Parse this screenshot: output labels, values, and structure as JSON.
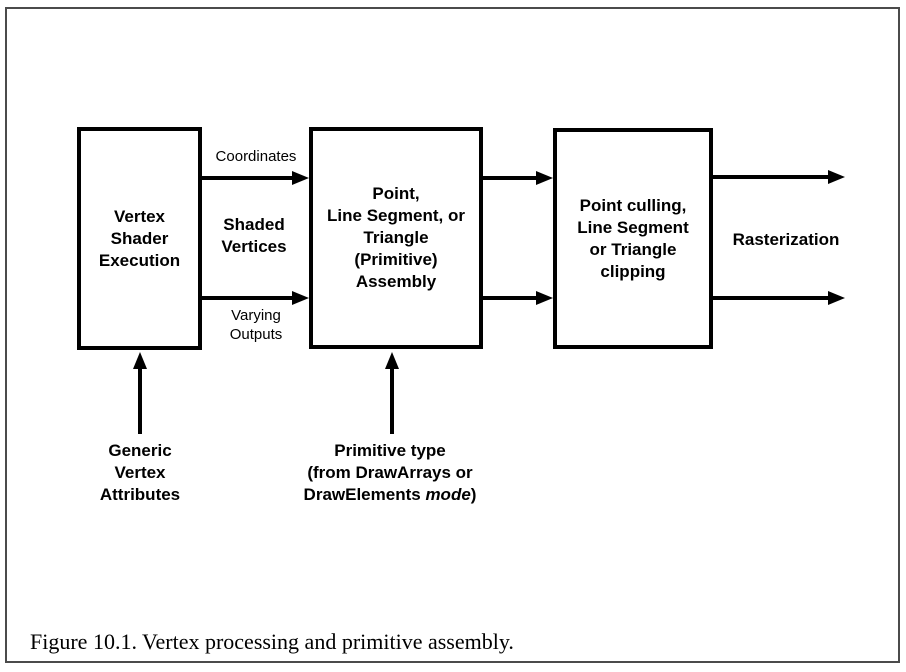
{
  "figure": {
    "caption": "Figure 10.1. Vertex processing and primitive assembly."
  },
  "diagram": {
    "boxes": {
      "vertex_shader": {
        "label": "Vertex\nShader\nExecution"
      },
      "primitive_assembly": {
        "label": "Point,\nLine Segment, or\nTriangle\n(Primitive)\nAssembly"
      },
      "clipping": {
        "label": "Point culling,\nLine Segment\nor Triangle\nclipping"
      }
    },
    "labels": {
      "coordinates": "Coordinates",
      "shaded_vertices": "Shaded\nVertices",
      "varying_outputs": "Varying\nOutputs",
      "generic_vertex_attributes": "Generic\nVertex\nAttributes",
      "rasterization": "Rasterization",
      "primitive_type": {
        "line1": "Primitive type",
        "line2": "(from DrawArrays or",
        "line3_prefix": "DrawElements ",
        "line3_italic": "mode",
        "line3_suffix": ")"
      }
    },
    "colors": {
      "line": "#000000",
      "frame": "#4b4b4b",
      "background": "#ffffff"
    }
  }
}
